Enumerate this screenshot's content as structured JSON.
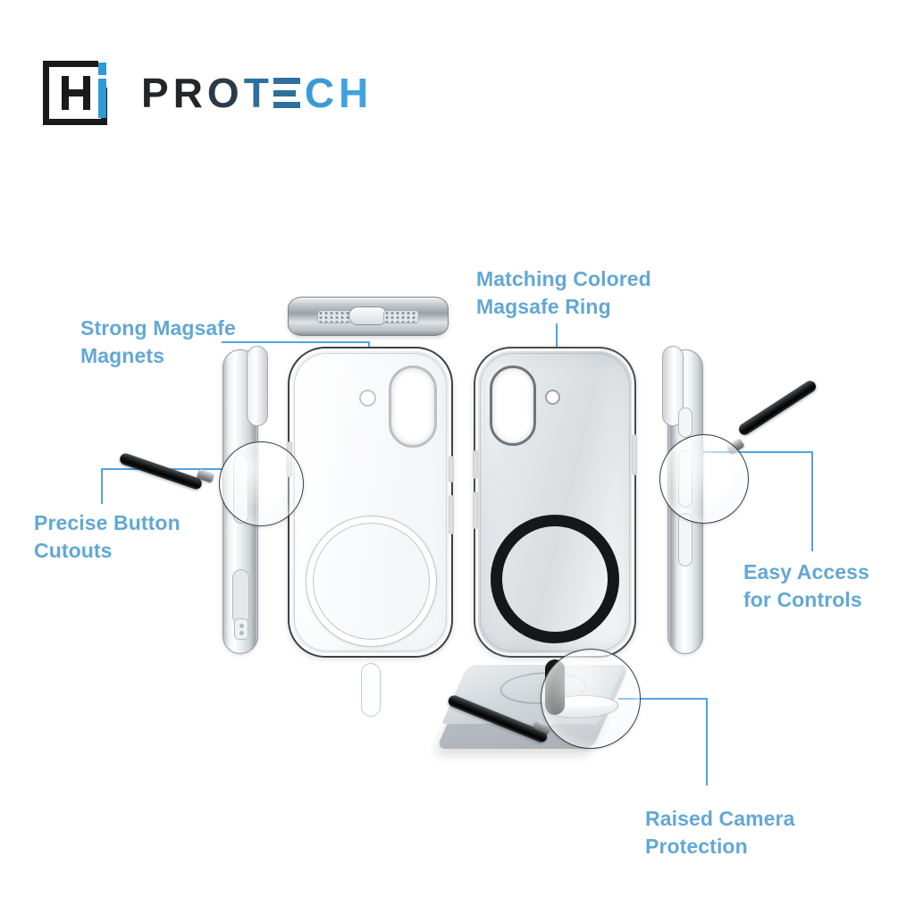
{
  "brand": {
    "mark_letter": "H",
    "mark_accent_letter": "i",
    "word_segments": [
      {
        "text": "P",
        "color": "#232629"
      },
      {
        "text": "R",
        "color": "#232629"
      },
      {
        "text": "O",
        "color": "#2a3a47"
      },
      {
        "text": "T",
        "color": "#2f6f9e"
      },
      {
        "text": "E",
        "color": "#2f6f9e"
      },
      {
        "text": "C",
        "color": "#3a9ad9"
      },
      {
        "text": "H",
        "color": "#3fa3e0"
      }
    ],
    "full_name": "HiPROTECH",
    "accent_color": "#2e9ad6",
    "dark_color": "#1a1a1a"
  },
  "theme": {
    "background": "#ffffff",
    "callout_text_color": "#62a8d4",
    "connector_line_color": "#4da3e8",
    "magsafe_ring_black": "#151718",
    "magsafe_ring_white": "#ffffff"
  },
  "callouts": [
    {
      "id": "strong-magsafe-magnets",
      "label": "Strong Magsafe\nMagnets",
      "position": "top-left",
      "points_to": "magsafe-ring-clear-case"
    },
    {
      "id": "matching-colored-magsafe-ring",
      "label": "Matching Colored\nMagsafe Ring",
      "position": "top-center",
      "points_to": "magsafe-ring-gray-case"
    },
    {
      "id": "precise-button-cutouts",
      "label": "Precise Button\nCutouts",
      "position": "left",
      "points_to": "magnifier-left-side-buttons"
    },
    {
      "id": "easy-access-for-controls",
      "label": "Easy Access\nfor Controls",
      "position": "right",
      "points_to": "magnifier-right-side-buttons"
    },
    {
      "id": "raised-camera-protection",
      "label": "Raised Camera\nProtection",
      "position": "bottom-right",
      "points_to": "magnifier-camera-lip"
    }
  ],
  "products": [
    {
      "id": "case-clear",
      "view": "back",
      "finish": "Clear / Frosted White",
      "ring_color": "#ffffff",
      "camera_side": "right"
    },
    {
      "id": "case-gray",
      "view": "back",
      "finish": "Frosted Gray",
      "ring_color": "#151718",
      "camera_side": "left"
    },
    {
      "id": "profile-left",
      "view": "side-profile-left",
      "finish": "Clear"
    },
    {
      "id": "profile-right",
      "view": "side-profile-right",
      "finish": "Clear"
    },
    {
      "id": "edge-bottom",
      "view": "bottom-edge",
      "finish": "Clear"
    },
    {
      "id": "angle-camera",
      "view": "angled-camera-corner",
      "finish": "Clear"
    }
  ],
  "magnifiers": [
    {
      "id": "magnifier-left-side-buttons",
      "handle_color": "#000000",
      "target": "volume buttons"
    },
    {
      "id": "magnifier-right-side-buttons",
      "handle_color": "#000000",
      "target": "side buttons"
    },
    {
      "id": "magnifier-camera-lip",
      "handle_color": "#000000",
      "target": "raised camera lip"
    }
  ]
}
